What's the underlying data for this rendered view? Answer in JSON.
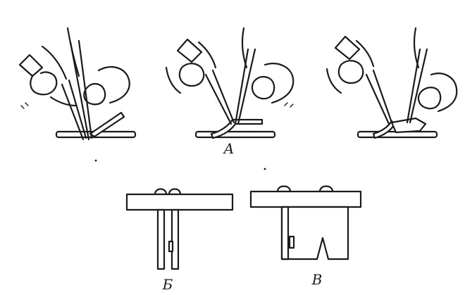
{
  "labels": {
    "top_group": "А",
    "bottom_left": "Б",
    "bottom_right": "В"
  },
  "colors": {
    "ink": "#1a1a1a",
    "paper": "#ffffff"
  }
}
